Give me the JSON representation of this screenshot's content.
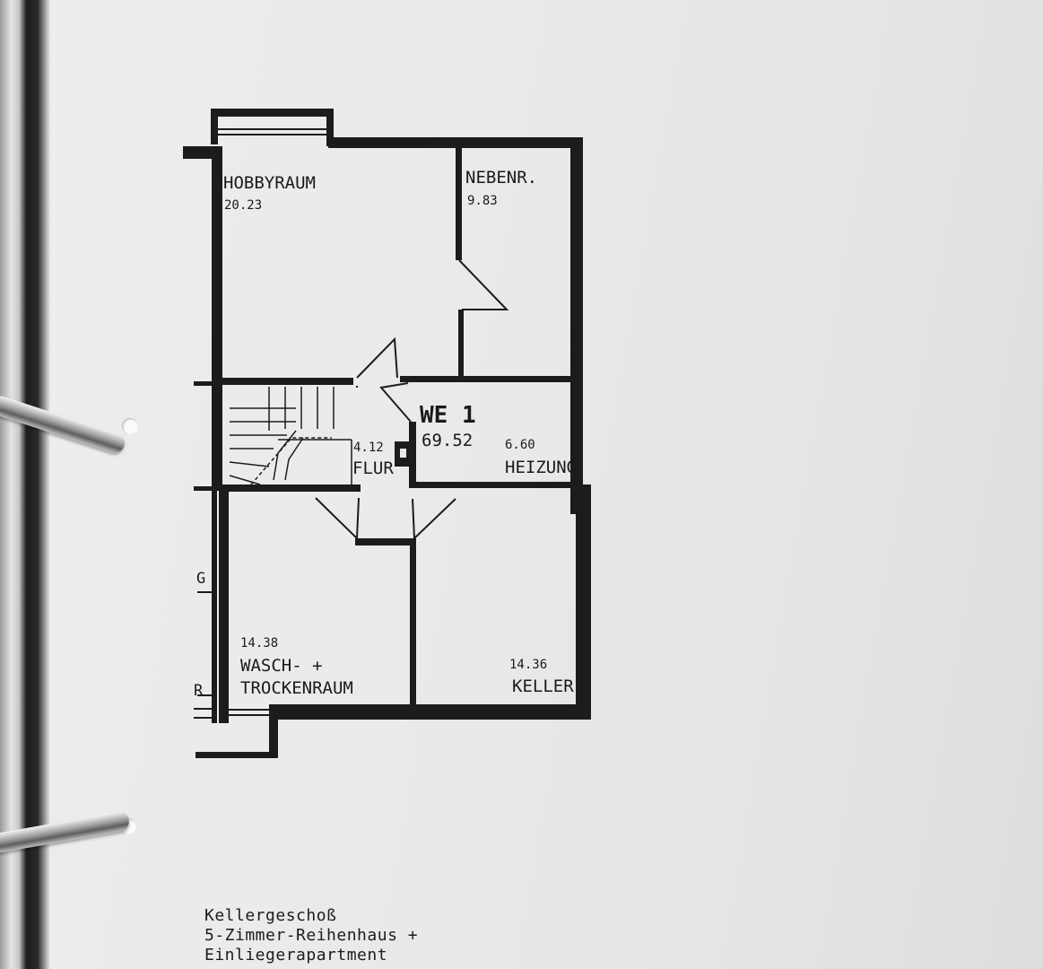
{
  "rooms": {
    "hobby": {
      "name": "HOBBYRAUM",
      "area": "20.23"
    },
    "neben": {
      "name": "NEBENR.",
      "area": "9.83"
    },
    "we": {
      "name": "WE 1",
      "area": "69.52"
    },
    "flur": {
      "name": "FLUR",
      "area": "4.12"
    },
    "heizung": {
      "name": "HEIZUNG",
      "area": "6.60"
    },
    "wasch": {
      "name_line1": "WASCH- +",
      "name_line2": "TROCKENRAUM",
      "area": "14.38"
    },
    "keller": {
      "name": "KELLER",
      "area": "14.36"
    }
  },
  "edge_marks": {
    "g": "G",
    "r": "R"
  },
  "caption": {
    "line1": "Kellergeschoß",
    "line2": "5-Zimmer-Reihenhaus +",
    "line3": "Einliegerapartment"
  },
  "colors": {
    "wall": "#1c1c1c",
    "paper": "#e9ebea",
    "ink": "#1a1a1a"
  }
}
